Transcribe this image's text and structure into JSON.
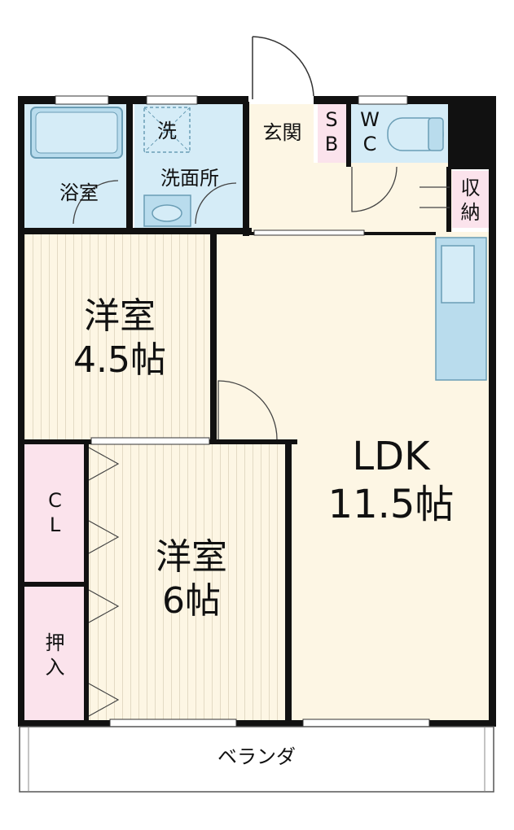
{
  "rooms": {
    "bath": "浴室",
    "washer": "洗",
    "washroom": "洗面所",
    "entrance": "玄関",
    "shoebox": "S\nB",
    "toilet": "W\nC",
    "storage": "収\n納",
    "western1": "洋室\n4.5帖",
    "ldk": "LDK\n11.5帖",
    "closet": "C\nL",
    "western2": "洋室\n6帖",
    "oshiire": "押\n入",
    "veranda": "ベランダ"
  },
  "colors": {
    "wall": "#111111",
    "water_area": "#d5ecf7",
    "floor": "#fdf6e4",
    "wood_line": "#c9bea3",
    "closet": "#fbe3ec",
    "fixture": "#b9dced"
  }
}
